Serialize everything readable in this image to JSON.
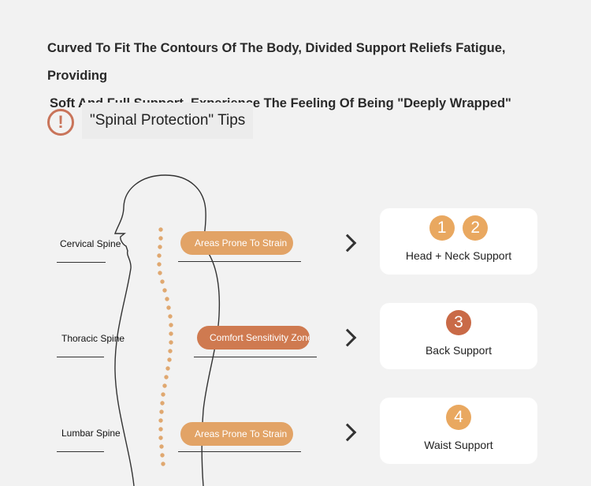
{
  "intro": {
    "line1": "Curved To Fit The Contours Of The Body, Divided Support Reliefs Fatigue, Providing",
    "line2": "Soft And Full Support, Experience The Feeling Of Being \"Deeply Wrapped\""
  },
  "tips": {
    "icon": "!",
    "title": "\"Spinal Protection\" Tips"
  },
  "rows": [
    {
      "spine": "Cervical Spine",
      "zone": "Areas Prone To Strain",
      "numbers": [
        "1",
        "2"
      ],
      "support": "Head + Neck Support"
    },
    {
      "spine": "Thoracic Spine",
      "zone": "Comfort Sensitivity Zone",
      "numbers": [
        "3"
      ],
      "support": "Back Support"
    },
    {
      "spine": "Lumbar Spine",
      "zone": "Areas Prone To Strain",
      "numbers": [
        "4"
      ],
      "support": "Waist Support"
    }
  ],
  "colors": {
    "strain": "#e2a366",
    "comfort": "#cf7a50",
    "vertebra": "#e0a870",
    "accent": "#c9745a"
  },
  "icons": [
    "exclamation-circle-icon",
    "chevron-right-icon"
  ]
}
